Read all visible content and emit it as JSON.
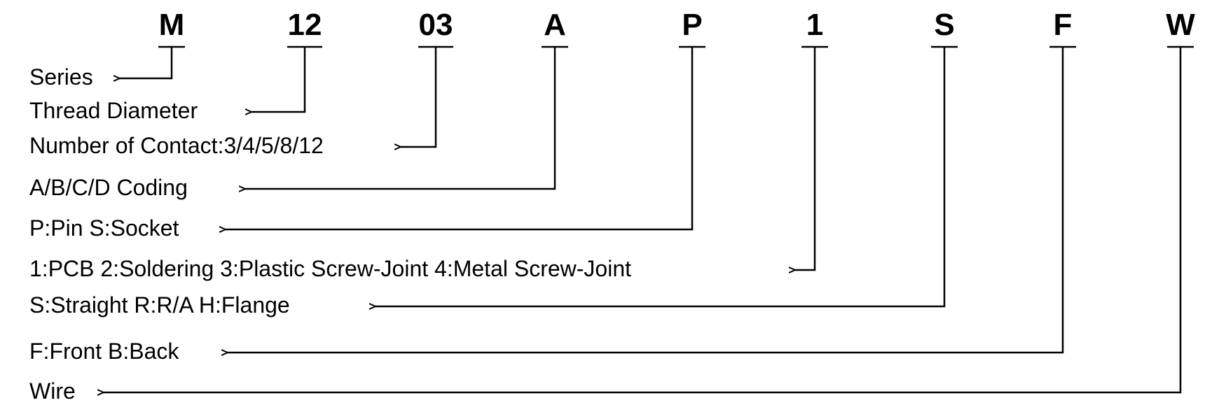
{
  "segments": [
    {
      "code": "M",
      "description": "Series"
    },
    {
      "code": "12",
      "description": "Thread Diameter"
    },
    {
      "code": "03",
      "description": "Number of Contact:3/4/5/8/12"
    },
    {
      "code": "A",
      "description": "A/B/C/D Coding"
    },
    {
      "code": "P",
      "description": "P:Pin S:Socket"
    },
    {
      "code": "1",
      "description": "1:PCB 2:Soldering 3:Plastic Screw-Joint 4:Metal Screw-Joint"
    },
    {
      "code": "S",
      "description": "S:Straight R:R/A H:Flange"
    },
    {
      "code": "F",
      "description": "F:Front B:Back"
    },
    {
      "code": "W",
      "description": "Wire"
    }
  ],
  "colors": {
    "text": "#000000",
    "line": "#000000",
    "background": "#ffffff"
  }
}
